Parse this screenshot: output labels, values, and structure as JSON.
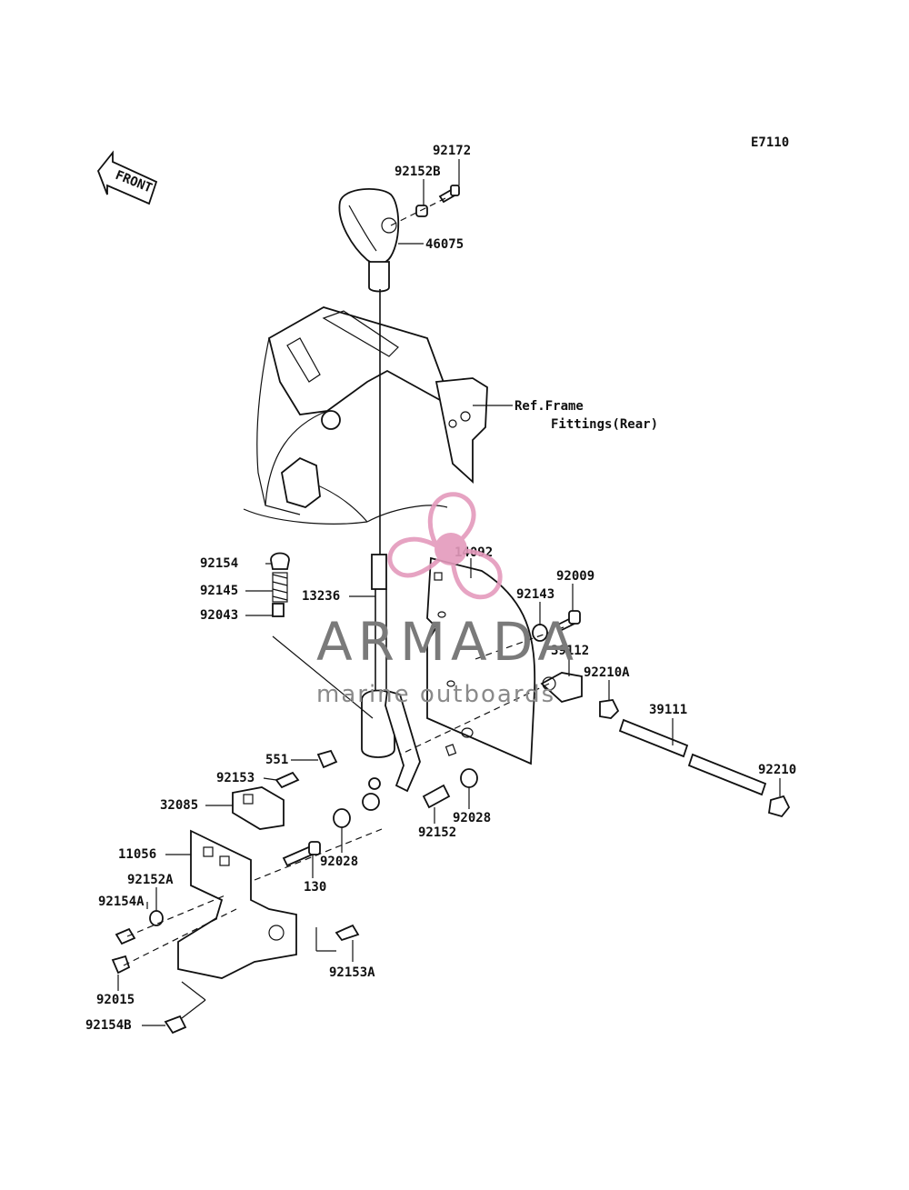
{
  "diagram_code": "E7110",
  "front_arrow_label": "FRONT",
  "ref_note": {
    "line1": "Ref.Frame",
    "line2": "Fittings(Rear)"
  },
  "watermark": {
    "brand": "ARMADA",
    "tagline": "marine outboards",
    "color": "#e49abc"
  },
  "labels": {
    "p92172": "92172",
    "p92152B": "92152B",
    "p46075": "46075",
    "p14092": "14092",
    "p92009": "92009",
    "p92143": "92143",
    "p39112": "39112",
    "p92210A": "92210A",
    "p39111": "39111",
    "p92210": "92210",
    "p92154": "92154",
    "p92145": "92145",
    "p92043": "92043",
    "p13236": "13236",
    "p551": "551",
    "p92153": "92153",
    "p32085": "32085",
    "p11056": "11056",
    "p92152A": "92152A",
    "p92154A": "92154A",
    "p92015": "92015",
    "p92154B": "92154B",
    "p130": "130",
    "p92028a": "92028",
    "p92028b": "92028",
    "p92152": "92152",
    "p92153A": "92153A"
  }
}
